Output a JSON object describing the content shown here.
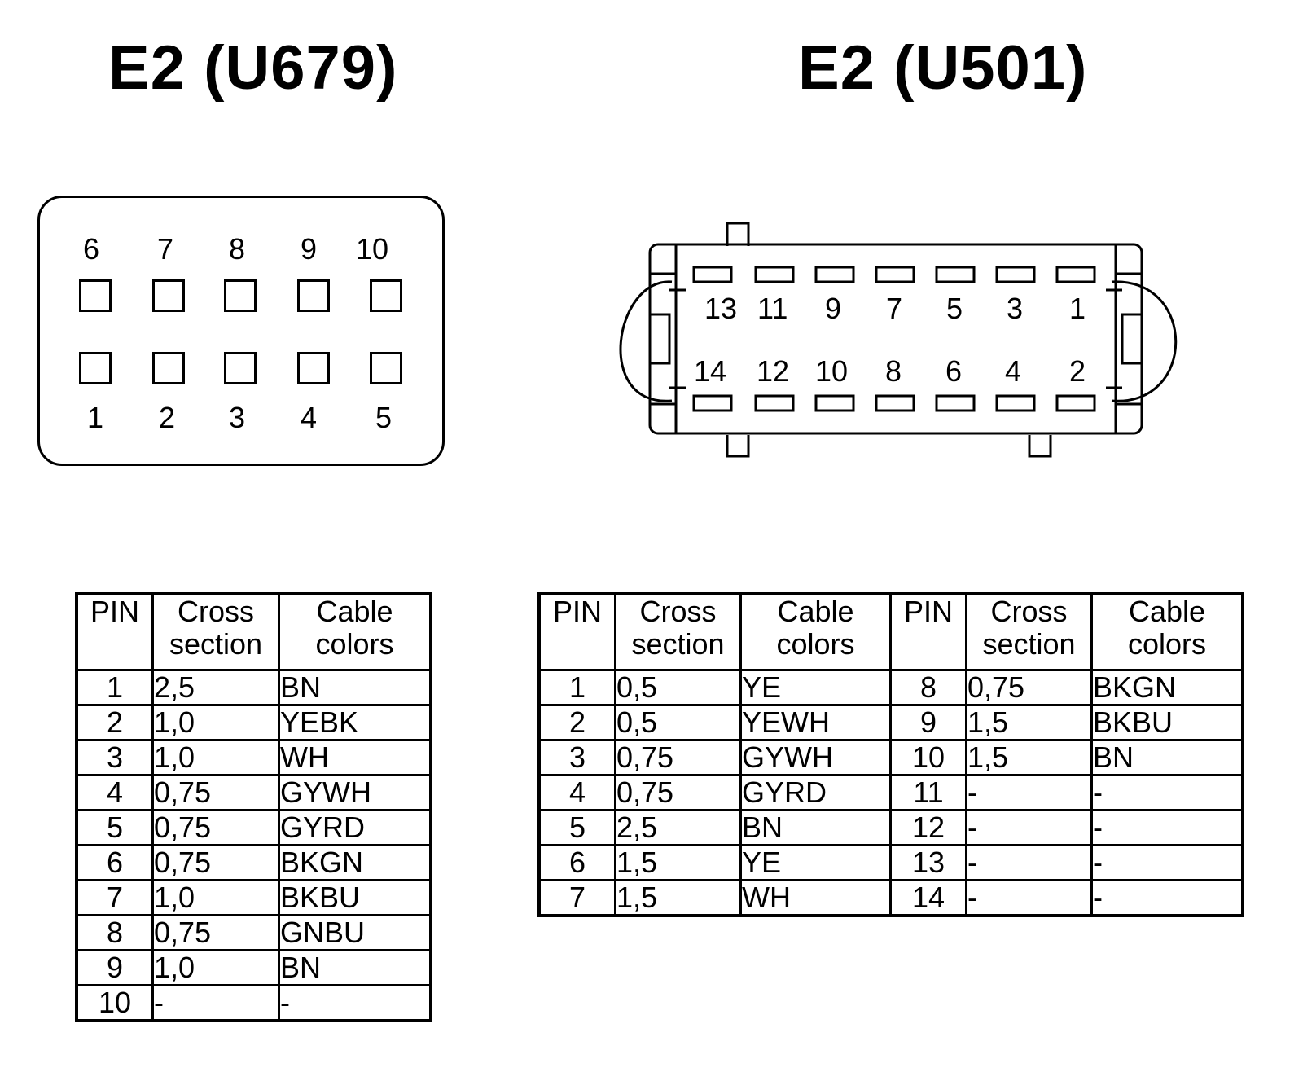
{
  "titles": {
    "left": "E2 (U679)",
    "right": "E2 (U501)"
  },
  "connector_left": {
    "top_row_labels": [
      "6",
      "7",
      "8",
      "9",
      "10"
    ],
    "bottom_row_labels": [
      "1",
      "2",
      "3",
      "4",
      "5"
    ]
  },
  "connector_right": {
    "top_row_labels": [
      "13",
      "11",
      "9",
      "7",
      "5",
      "3",
      "1"
    ],
    "bottom_row_labels": [
      "14",
      "12",
      "10",
      "8",
      "6",
      "4",
      "2"
    ]
  },
  "table_headers": {
    "pin": "PIN",
    "cross_line1": "Cross",
    "cross_line2": "section",
    "cable_line1": "Cable",
    "cable_line2": "colors"
  },
  "table_left": {
    "rows": [
      {
        "pin": "1",
        "cross": "2,5",
        "color": "BN"
      },
      {
        "pin": "2",
        "cross": "1,0",
        "color": "YEBK"
      },
      {
        "pin": "3",
        "cross": "1,0",
        "color": "WH"
      },
      {
        "pin": "4",
        "cross": "0,75",
        "color": "GYWH"
      },
      {
        "pin": "5",
        "cross": "0,75",
        "color": "GYRD"
      },
      {
        "pin": "6",
        "cross": "0,75",
        "color": "BKGN"
      },
      {
        "pin": "7",
        "cross": "1,0",
        "color": "BKBU"
      },
      {
        "pin": "8",
        "cross": "0,75",
        "color": "GNBU"
      },
      {
        "pin": "9",
        "cross": "1,0",
        "color": "BN"
      },
      {
        "pin": "10",
        "cross": "-",
        "color": "-"
      }
    ]
  },
  "table_right": {
    "rows": [
      {
        "pin": "1",
        "cross": "0,5",
        "color": "YE",
        "pin2": "8",
        "cross2": "0,75",
        "color2": "BKGN"
      },
      {
        "pin": "2",
        "cross": "0,5",
        "color": "YEWH",
        "pin2": "9",
        "cross2": "1,5",
        "color2": "BKBU"
      },
      {
        "pin": "3",
        "cross": "0,75",
        "color": "GYWH",
        "pin2": "10",
        "cross2": "1,5",
        "color2": "BN"
      },
      {
        "pin": "4",
        "cross": "0,75",
        "color": "GYRD",
        "pin2": "11",
        "cross2": "-",
        "color2": "-"
      },
      {
        "pin": "5",
        "cross": "2,5",
        "color": "BN",
        "pin2": "12",
        "cross2": "-",
        "color2": "-"
      },
      {
        "pin": "6",
        "cross": "1,5",
        "color": "YE",
        "pin2": "13",
        "cross2": "-",
        "color2": "-"
      },
      {
        "pin": "7",
        "cross": "1,5",
        "color": "WH",
        "pin2": "14",
        "cross2": "-",
        "color2": "-"
      }
    ]
  }
}
